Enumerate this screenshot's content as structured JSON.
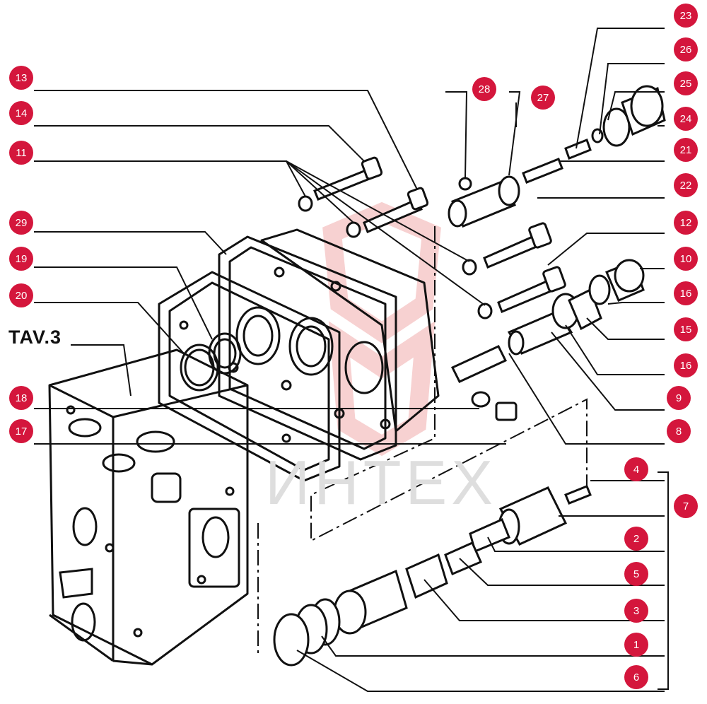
{
  "diagram": {
    "title": "TAV.3",
    "watermark": "ИНТЕХ",
    "badge_color": "#d4163c",
    "line_color": "#111111",
    "watermark_color": "#f6c9c9",
    "labels": [
      "1",
      "2",
      "3",
      "4",
      "5",
      "6",
      "7",
      "8",
      "9",
      "10",
      "11",
      "12",
      "13",
      "14",
      "15",
      "16",
      "16",
      "17",
      "18",
      "19",
      "20",
      "21",
      "22",
      "23",
      "24",
      "25",
      "26",
      "27",
      "28",
      "29"
    ]
  }
}
